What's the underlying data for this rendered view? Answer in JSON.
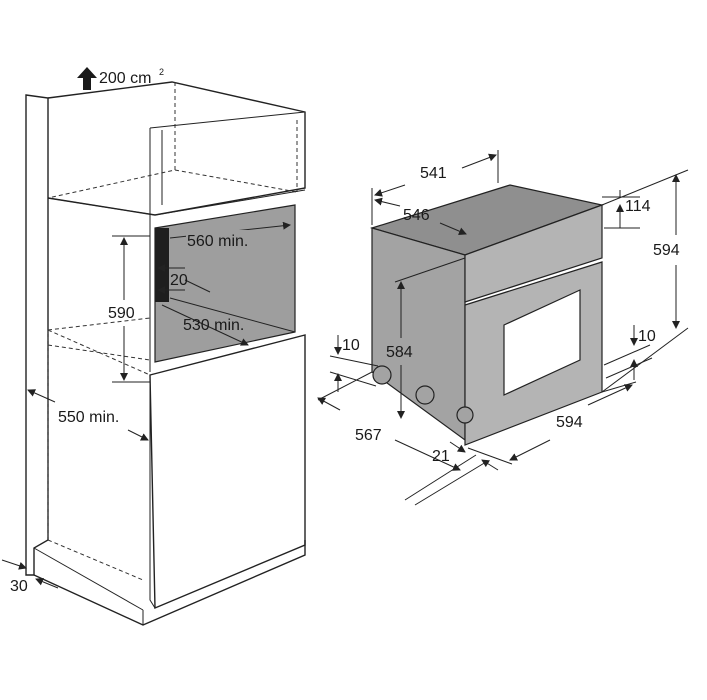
{
  "labels": {
    "vent": "200 cm",
    "vent_sup": "2",
    "cab_width_min": "560 min.",
    "cab_gap": "20",
    "cab_height": "590",
    "cab_depth_min": "530 min.",
    "cab_side_depth_min": "550 min.",
    "cab_base": "30",
    "oven_depth_top": "541",
    "oven_depth_body": "546",
    "oven_panel_h": "114",
    "oven_total_h": "594",
    "oven_body_h": "584",
    "oven_foot_left": "10",
    "oven_foot_right": "10",
    "oven_total_depth": "567",
    "oven_front_t": "21",
    "oven_width": "594"
  },
  "colors": {
    "cavity": "#9e9e9e",
    "oven_body": "#a3a3a3",
    "oven_front": "#b4b4b4",
    "line": "#222222"
  }
}
